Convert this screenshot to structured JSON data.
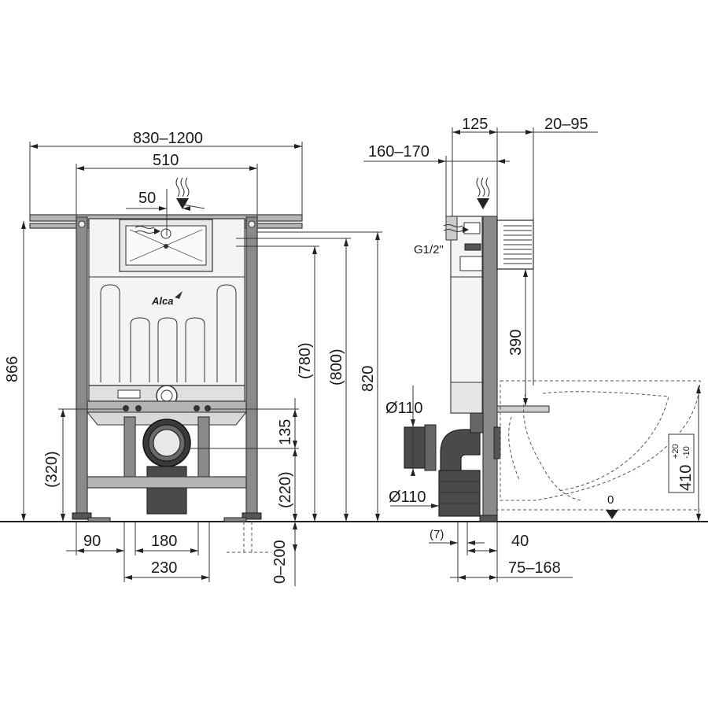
{
  "front_view": {
    "dims": {
      "width_range": "830–1200",
      "width_frame": "510",
      "inlet_offset": "50",
      "height_total": "866",
      "height_320": "(320)",
      "height_135": "135",
      "height_220": "(220)",
      "height_780": "(780)",
      "height_800": "(800)",
      "height_820": "820",
      "foot_90": "90",
      "foot_180": "180",
      "foot_230": "230",
      "adjust_0_200": "0–200"
    },
    "brand": "Alca"
  },
  "side_view": {
    "dims": {
      "depth_125": "125",
      "depth_20_95": "20–95",
      "depth_160_170": "160–170",
      "water_inlet": "G1/2\"",
      "height_390": "390",
      "pipe_110_top": "Ø110",
      "pipe_110_bottom": "Ø110",
      "bowl_height": "410",
      "bowl_tol_plus": "+20",
      "bowl_tol_minus": "-10",
      "zero_level": "0",
      "gap_7": "(7)",
      "offset_40": "40",
      "offset_75_168": "75–168"
    }
  },
  "colors": {
    "frame": "#8a8a8a",
    "pipe": "#4a4a4a",
    "line": "#333333"
  }
}
